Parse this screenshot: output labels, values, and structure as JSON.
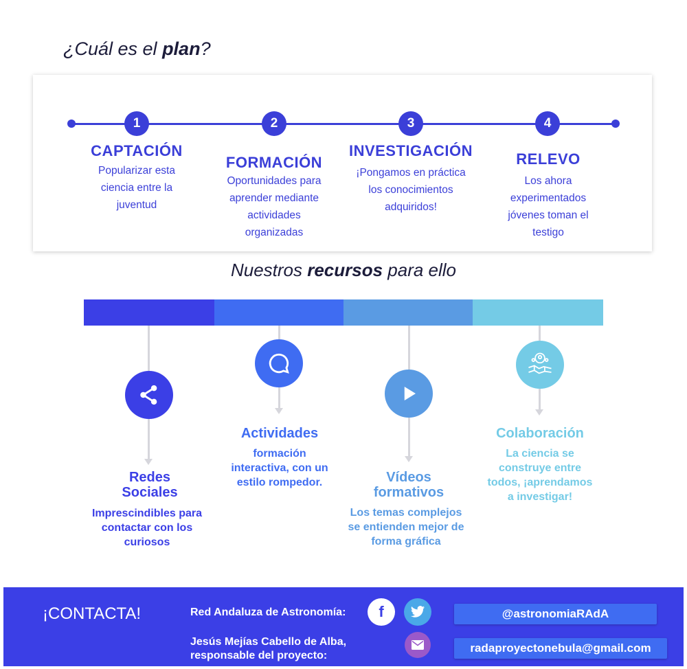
{
  "plan": {
    "title_pre": "¿Cuál es el ",
    "title_bold": "plan",
    "title_post": "?",
    "steps": [
      {
        "number": "1",
        "title": "CAPTACIÓN",
        "desc_lines": [
          "Popularizar esta",
          "ciencia entre la",
          "juventud"
        ]
      },
      {
        "number": "2",
        "title": "FORMACIÓN",
        "desc_lines": [
          "Oportunidades para",
          "aprender mediante",
          "actividades",
          "organizadas"
        ]
      },
      {
        "number": "3",
        "title": "INVESTIGACIÓN",
        "desc_lines": [
          "¡Pongamos en práctica",
          "los conocimientos",
          "adquiridos!"
        ]
      },
      {
        "number": "4",
        "title": "RELEVO",
        "desc_lines": [
          "Los ahora",
          "experimentados",
          "jóvenes toman el",
          "testigo"
        ]
      }
    ],
    "accent_color": "#3b3fd8"
  },
  "resources": {
    "title_pre": "Nuestros ",
    "title_bold": "recursos",
    "title_post": " para ello",
    "bar_colors": [
      "#3b3fe6",
      "#3f6cf2",
      "#5a9be3",
      "#74cbe6"
    ],
    "items": [
      {
        "icon": "share-icon",
        "name_lines": [
          "Redes",
          "Sociales"
        ],
        "desc_lines": [
          "Imprescindibles para",
          "contactar con los",
          "curiosos"
        ],
        "color": "#3b3fe6"
      },
      {
        "icon": "chat-icon",
        "name_lines": [
          "Actividades"
        ],
        "desc_lines": [
          "formación",
          "interactiva, con un",
          "estilo rompedor."
        ],
        "color": "#3f6cf2"
      },
      {
        "icon": "play-icon",
        "name_lines": [
          "Vídeos",
          "formativos"
        ],
        "desc_lines": [
          "Los temas complejos",
          "se entienden mejor de",
          "forma gráfica"
        ],
        "color": "#5a9be3"
      },
      {
        "icon": "collaboration-icon",
        "name_lines": [
          "Colaboración"
        ],
        "desc_lines": [
          "La ciencia se",
          "construye entre",
          "todos, ¡aprendamos",
          "a investigar!"
        ],
        "color": "#74cbe6"
      }
    ]
  },
  "footer": {
    "contacta": "¡CONTACTA!",
    "org_label": "Red Andaluza de Astronomía:",
    "person_lines": [
      "Jesús Mejías Cabello de Alba,",
      "responsable del proyecto:"
    ],
    "handle": "@astronomiaRAdA",
    "email": "radaproyectonebula@gmail.com",
    "facebook_icon": "facebook-icon",
    "twitter_icon": "twitter-icon",
    "mail_icon": "mail-icon",
    "bg_color": "#3b3fe6",
    "twitter_color": "#4aa8e8",
    "mail_color": "#9b59c9"
  }
}
